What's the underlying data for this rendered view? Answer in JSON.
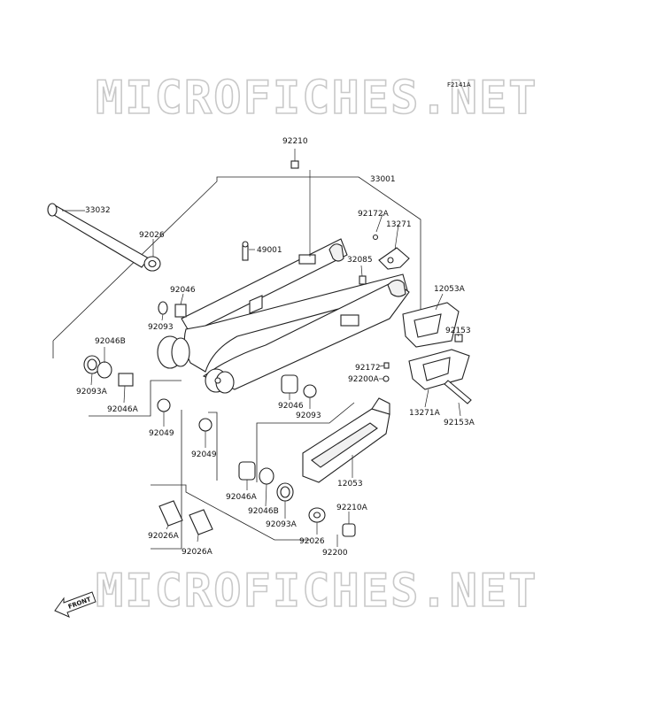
{
  "figure_code": "F2141A",
  "watermark_text": "MICROFICHES.NET",
  "front_label": "FRONT",
  "labels": {
    "p92210": "92210",
    "p33001": "33001",
    "p33032": "33032",
    "p92026_top": "92026",
    "p49001": "49001",
    "p92172A": "92172A",
    "p13271": "13271",
    "p32085": "32085",
    "p92046_left": "92046",
    "p92093_left": "92093",
    "p12053A": "12053A",
    "p92153": "92153",
    "p92046B_left": "92046B",
    "p92093A_left": "92093A",
    "p92046A_left": "92046A",
    "p92172": "92172",
    "p92200A": "92200A",
    "p13271A": "13271A",
    "p92153A": "92153A",
    "p92046_right": "92046",
    "p92093_right": "92093",
    "p92049_left": "92049",
    "p92049_right": "92049",
    "p12053": "12053",
    "p92046A_right": "92046A",
    "p92046B_right": "92046B",
    "p92093A_right": "92093A",
    "p92210A": "92210A",
    "p92026_bottom": "92026",
    "p92200": "92200",
    "p92026A_left": "92026A",
    "p92026A_right": "92026A"
  }
}
